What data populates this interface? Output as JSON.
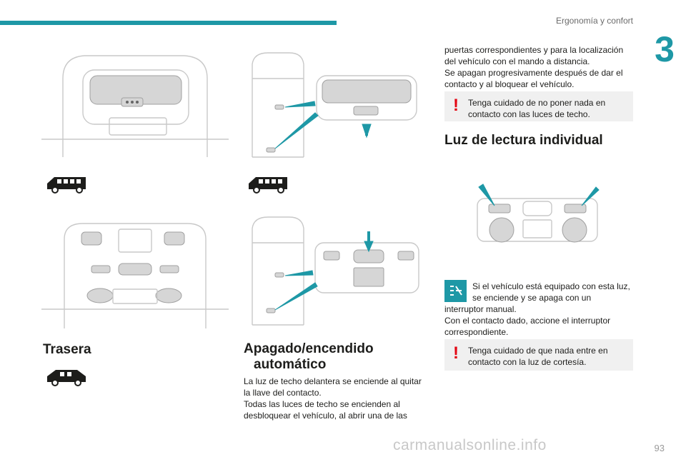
{
  "header": {
    "section_title": "Ergonomía y confort",
    "chapter_number": "3"
  },
  "left": {
    "heading_rear": "Trasera"
  },
  "middle": {
    "heading_auto_line1": "Apagado/encendido",
    "heading_auto_line2": "automático",
    "para1": "La luz de techo delantera se enciende al quitar",
    "para2": "la llave del contacto.",
    "para3": "Todas las luces de techo se encienden al",
    "para4": "desbloquear el vehículo, al abrir una de las"
  },
  "right": {
    "cont1": "puertas correspondientes y para la localización",
    "cont2": "del vehículo con el mando a distancia.",
    "cont3": "Se apagan progresivamente después de dar el",
    "cont4": "contacto y al bloquear el vehículo.",
    "warning1_line1": "Tenga cuidado de no poner nada en",
    "warning1_line2": "contacto con las luces de techo.",
    "heading_reading": "Luz de lectura individual",
    "info1": "Si el vehículo está equipado con esta luz,",
    "info2": "se enciende y se apaga con un",
    "info3": "interruptor manual.",
    "info4": "Con el contacto dado, accione el interruptor",
    "info5": "correspondiente.",
    "warning2_line1": "Tenga cuidado de que nada entre en",
    "warning2_line2": "contacto con la luz de cortesía.",
    "warning_symbol": "!"
  },
  "footer": {
    "page_number": "93",
    "watermark": "carmanualsonline.info"
  },
  "colors": {
    "accent": "#1e98a6",
    "warning": "#e30613",
    "panel": "#f0f0f0"
  },
  "icons": [
    "van-long-icon",
    "van-short-icon",
    "info-icon",
    "warning-icon",
    "arrow-icon"
  ]
}
